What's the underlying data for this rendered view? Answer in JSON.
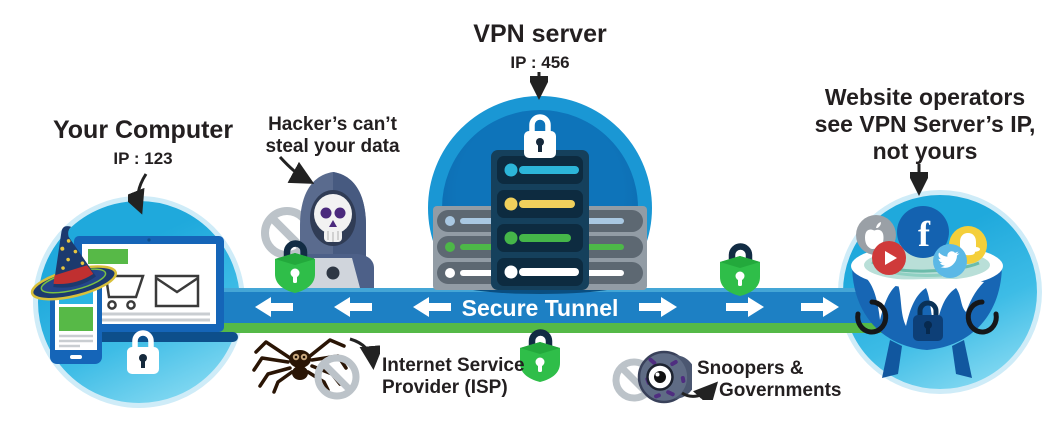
{
  "labels": {
    "your_computer": {
      "title": "Your Computer",
      "ip": "IP : 123"
    },
    "hacker": {
      "line1": "Hacker’s can’t",
      "line2": "steal your data"
    },
    "vpn": {
      "title": "VPN server",
      "ip": "IP : 456"
    },
    "website": {
      "line1": "Website operators",
      "line2": "see VPN Server’s IP,",
      "line3": "not yours"
    },
    "tunnel": {
      "label": "Secure Tunnel"
    },
    "isp": {
      "line1": "Internet Service",
      "line2": "Provider (ISP)"
    },
    "snoopers": {
      "line1": "Snoopers &",
      "line2": "Governments"
    }
  },
  "icons": {
    "facebook_glyph": "f"
  },
  "colors": {
    "cyan_circle": "#2ab4e2",
    "cyan_circle_rim": "#cfecf8",
    "blue_circle_ring": "#1a97d4",
    "blue_circle_fill": "#0d6db4",
    "tunnel_blue": "#1d80c4",
    "tunnel_green": "#55b947",
    "lock_green": "#2fbe49",
    "lock_shackle_navy": "#122c44",
    "device_blue": "#1565b8",
    "server_navy": "#15405c",
    "facebook_blue": "#1462b0",
    "youtube_red": "#cf3a3a",
    "twitter_blue": "#5bb8e6",
    "snapchat_yellow": "#f4cf3a",
    "apple_gray": "#9aa0a6",
    "text_dark": "#231f20"
  }
}
